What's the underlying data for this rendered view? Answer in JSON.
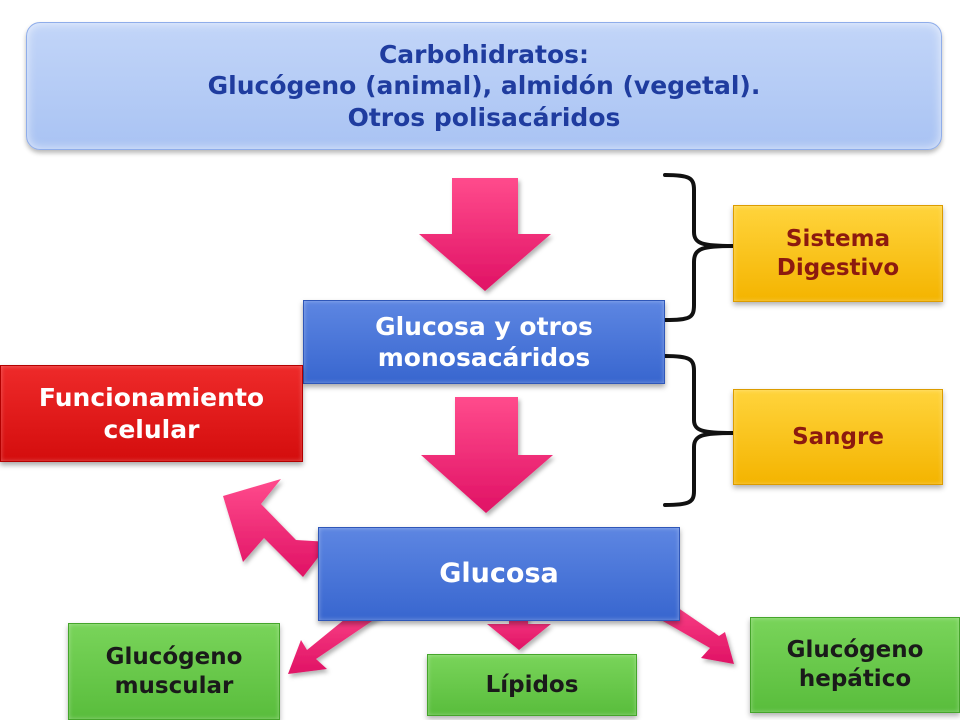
{
  "colors": {
    "top_box": "#b7cdf6",
    "top_text": "#1f3c9f",
    "blue_box": "#3e6dd6",
    "yellow_box": "#f8bf10",
    "yellow_text": "#8c1a0f",
    "red_box": "#e01818",
    "green_box": "#66c748",
    "arrow": "#f0266f",
    "bracket": "#111111"
  },
  "top_box": {
    "line1": "Carbohidratos:",
    "line2": "Glucógeno (animal), almidón (vegetal).",
    "line3": "Otros polisacáridos"
  },
  "glucosa_mono_box": {
    "line1": "Glucosa y otros",
    "line2": "monosacáridos"
  },
  "sistema_digestivo_box": {
    "line1": "Sistema",
    "line2": "Digestivo"
  },
  "sangre_box": {
    "label": "Sangre"
  },
  "funcionamiento_box": {
    "line1": "Funcionamiento",
    "line2": "celular"
  },
  "glucosa_box": {
    "label": "Glucosa"
  },
  "glucogeno_muscular_box": {
    "line1": "Glucógeno",
    "line2": "muscular"
  },
  "lipidos_box": {
    "label": "Lípidos"
  },
  "glucogeno_hepatico_box": {
    "line1": "Glucógeno",
    "line2": "hepático"
  }
}
